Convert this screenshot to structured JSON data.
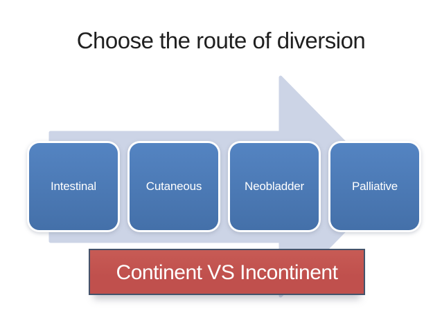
{
  "title": "Choose the route of diversion",
  "steps": [
    "Intestinal",
    "Cutaneous",
    "Neobladder",
    "Palliative"
  ],
  "banner_label": "Continent VS Incontinent",
  "colors": {
    "page_bg": "#ffffff",
    "title_color": "#1f1f1f",
    "arrow_fill": "#ccd4e6",
    "box_fill_top": "#5484c2",
    "box_fill_bottom": "#4470a9",
    "box_text": "#ffffff",
    "banner_fill": "#c0504d",
    "banner_fill_top": "#c75b55",
    "banner_border": "#44536b",
    "banner_text": "#ffffff"
  }
}
